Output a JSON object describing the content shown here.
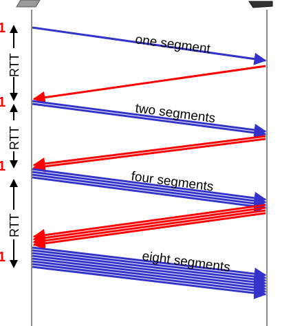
{
  "colors": {
    "data_arrow": "#3333cc",
    "ack_arrow": "#ff0000",
    "timeline": "#8c8c8c",
    "label_text": "#000000",
    "device": "#555555"
  },
  "icons": {
    "sender": "computer-icon",
    "receiver": "server-icon"
  },
  "labels": {
    "round_markers": [
      "1",
      "1",
      "1",
      "1"
    ],
    "rtt": [
      "RTT",
      "RTT",
      "RTT"
    ]
  },
  "rounds": [
    {
      "label": "one segment",
      "segments": 1,
      "acks": 1
    },
    {
      "label": "two segments",
      "segments": 2,
      "acks": 2
    },
    {
      "label": "four segments",
      "segments": 4,
      "acks": 4
    },
    {
      "label": "eight segments",
      "segments": 8,
      "acks": 0
    }
  ]
}
